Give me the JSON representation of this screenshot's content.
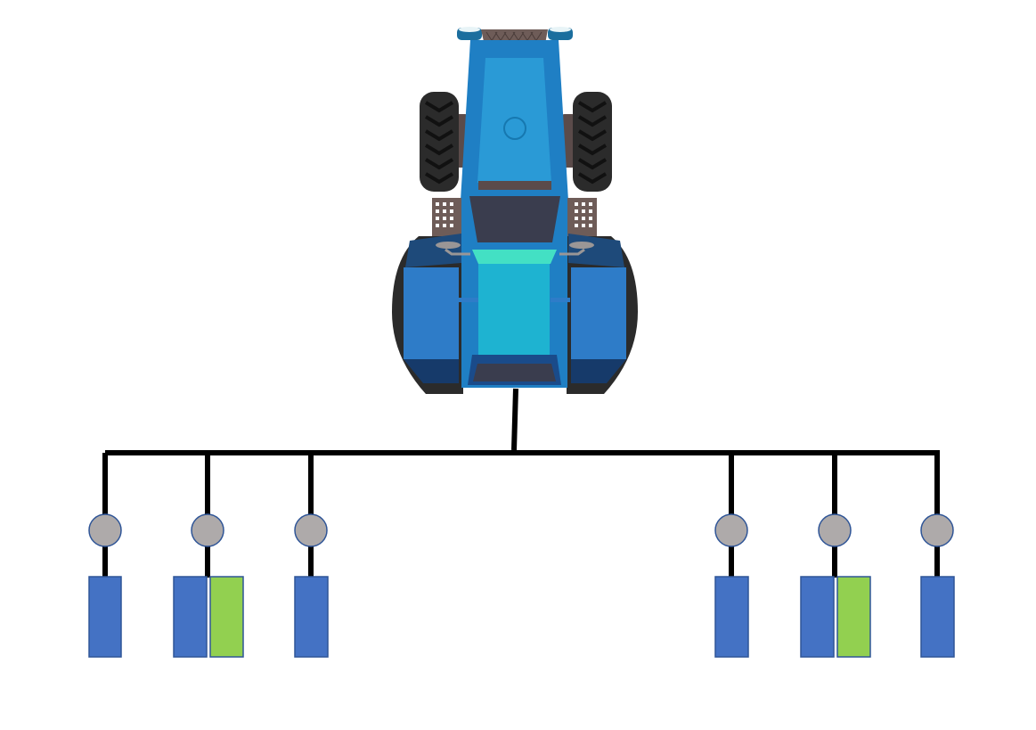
{
  "colors": {
    "background": "#ffffff",
    "line": "#000000",
    "node_fill": "#aeaaaa",
    "node_stroke": "#2f5597",
    "box_blue": "#4472c4",
    "box_green": "#92d050",
    "box_stroke": "#2f5597",
    "tractor_body": "#1f7fc4",
    "tractor_hood": "#2a9ad6",
    "tractor_cabin": "#1eb3d1",
    "tractor_accent": "#43e0c4",
    "tire": "#2b2b2b"
  },
  "icons": {
    "vehicle": "tractor-icon",
    "node": "sensor-node-icon"
  },
  "diagram": {
    "left_group": [
      {
        "node": "node-1",
        "boxes": [
          "blue"
        ]
      },
      {
        "node": "node-2",
        "boxes": [
          "blue",
          "green"
        ]
      },
      {
        "node": "node-3",
        "boxes": [
          "blue"
        ]
      }
    ],
    "right_group": [
      {
        "node": "node-4",
        "boxes": [
          "blue"
        ]
      },
      {
        "node": "node-5",
        "boxes": [
          "blue",
          "green"
        ]
      },
      {
        "node": "node-6",
        "boxes": [
          "blue"
        ]
      }
    ]
  }
}
